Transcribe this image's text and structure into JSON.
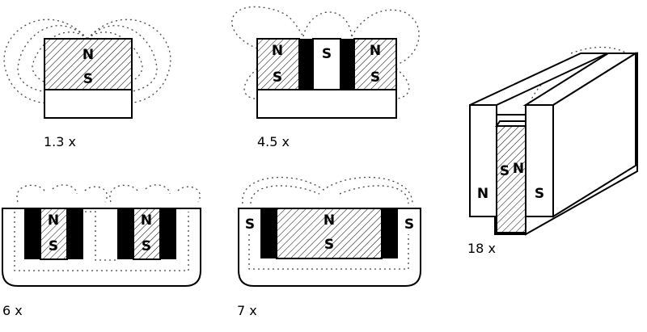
{
  "configs": [
    {
      "id": "c1",
      "caption": "1.3 x",
      "labels": [
        "N",
        "S"
      ]
    },
    {
      "id": "c2",
      "caption": "4.5 x",
      "labels": [
        "N",
        "S",
        "S",
        "N",
        "S"
      ]
    },
    {
      "id": "c3",
      "caption": "6 x",
      "labels": [
        "N",
        "S",
        "N",
        "S"
      ]
    },
    {
      "id": "c4",
      "caption": "7 x",
      "labels": [
        "S",
        "N",
        "S",
        "S"
      ]
    },
    {
      "id": "c5",
      "caption": "18 x",
      "labels": [
        "N",
        "S",
        "N",
        "S"
      ]
    }
  ],
  "colors": {
    "line": "#000000",
    "field": "#444444",
    "background": "#ffffff"
  }
}
